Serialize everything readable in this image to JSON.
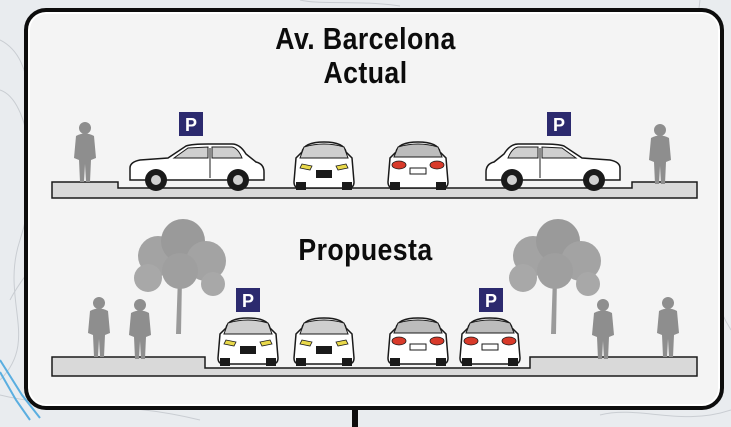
{
  "titles": {
    "line1": "Av. Barcelona",
    "line2": "Actual",
    "proposal": "Propuesta"
  },
  "parking_badge": {
    "label": "P",
    "color": "#2c2a6e"
  },
  "colors": {
    "road": "#d9d9d9",
    "outline": "#1a1a1a",
    "tree": "#9a9a9a",
    "pedestrian": "#8e8e8e",
    "headlight": "#e8d84a",
    "taillight": "#d83a2a"
  },
  "icons": [
    "parking-sign-icon",
    "car-side-icon",
    "car-front-icon",
    "car-rear-icon",
    "pedestrian-icon",
    "tree-icon"
  ]
}
